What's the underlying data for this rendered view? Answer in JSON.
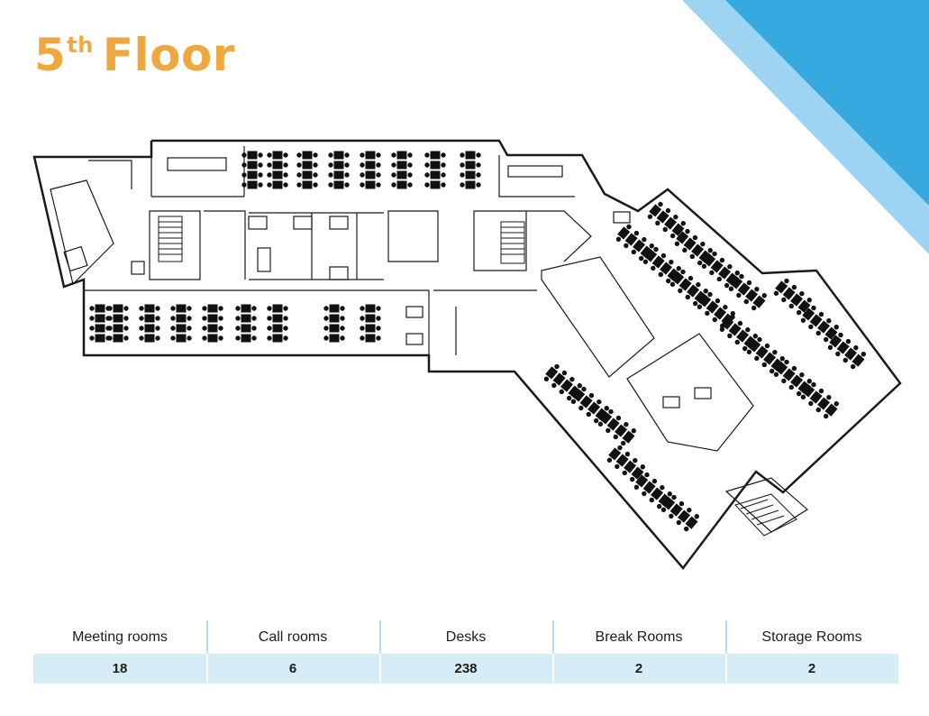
{
  "title": {
    "main": "5",
    "sup": "th",
    "rest": "Floor"
  },
  "colors": {
    "title": "#EFA83F",
    "accent_dark": "#36A9E0",
    "accent_light": "#9CD4F1",
    "table_fill": "#D6EDF8",
    "lines": "#1a1a1a"
  },
  "stats": {
    "headers": [
      "Meeting rooms",
      "Call rooms",
      "Desks",
      "Break Rooms",
      "Storage Rooms"
    ],
    "values": [
      "18",
      "6",
      "238",
      "2",
      "2"
    ]
  }
}
